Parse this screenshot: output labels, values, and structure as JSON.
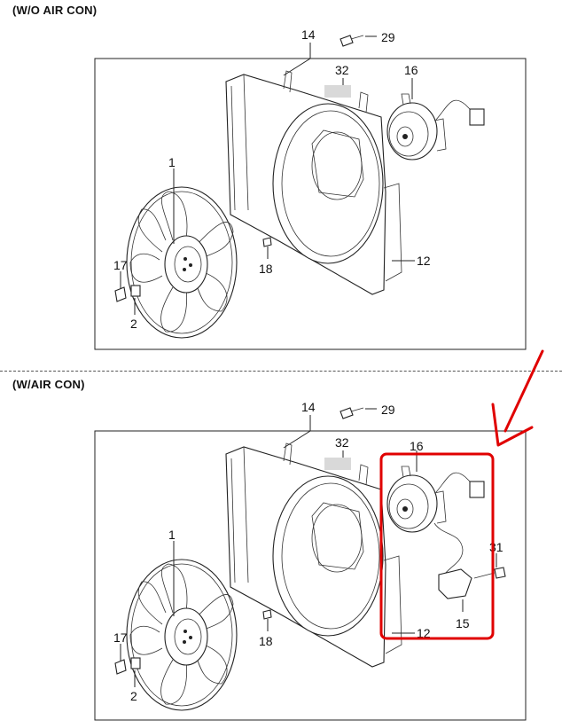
{
  "sections": [
    {
      "title": "(W/O AIR CON)",
      "labels": {
        "fan": "1",
        "nut": "17",
        "washer": "2",
        "shroud_bolt": "14",
        "bolt": "29",
        "label_sticker": "32",
        "motor": "16",
        "clip": "18",
        "shroud": "12"
      }
    },
    {
      "title": "(W/AIR CON)",
      "labels": {
        "fan": "1",
        "nut": "17",
        "washer": "2",
        "shroud_bolt": "14",
        "bolt": "29",
        "label_sticker": "32",
        "motor": "16",
        "clip": "18",
        "shroud": "12",
        "resistor_bolt": "31",
        "resistor": "15"
      }
    }
  ],
  "highlight": {
    "color": "#e00000"
  }
}
